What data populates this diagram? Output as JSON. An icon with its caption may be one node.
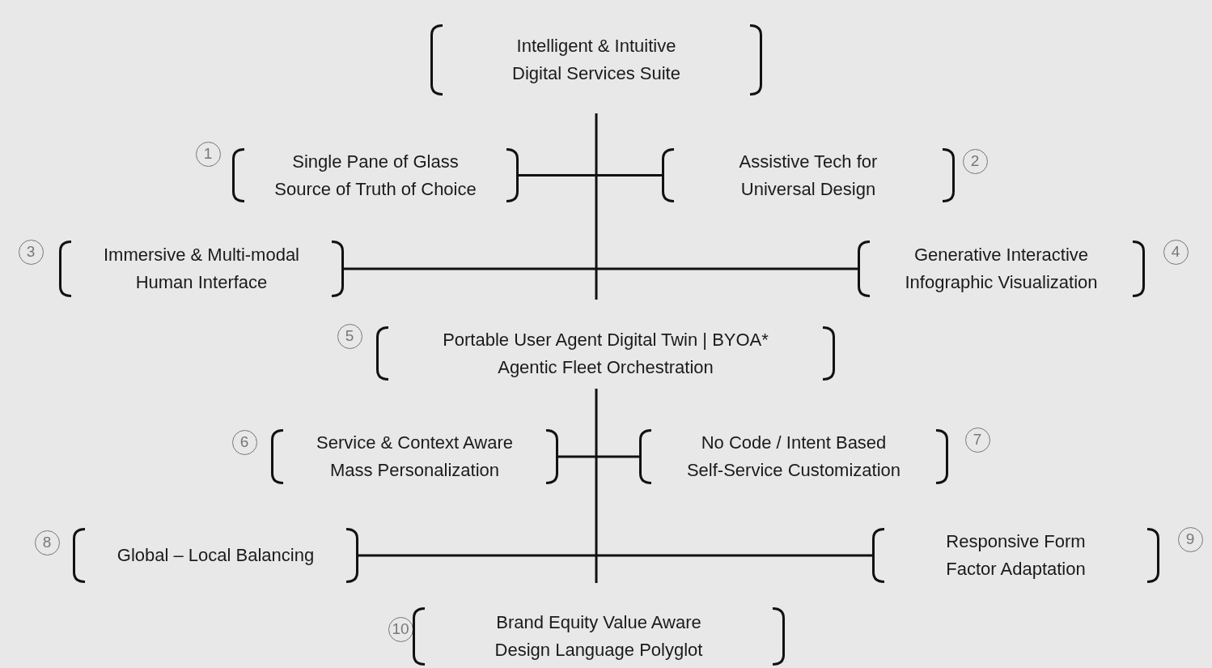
{
  "diagram": {
    "nodes": [
      {
        "text": [
          "Intelligent & Intuitive Digital Services Suite"
        ]
      },
      {
        "text": [
          "1"
        ]
      },
      {
        "text": [
          "Single Pane of Glass Source of Truth of Choice"
        ]
      },
      {
        "text": [
          "Assistive Tech for Universal Design"
        ]
      },
      {
        "text": [
          "2"
        ]
      },
      {
        "text": [
          "3"
        ]
      },
      {
        "text": [
          "Immersive & Multi-modal Human Interface"
        ]
      },
      {
        "text": [
          "Generative Interactive Infographic Visualization"
        ]
      },
      {
        "text": [
          "4"
        ]
      },
      {
        "text": [
          "5"
        ]
      },
      {
        "text": [
          "Portable User Agent Digital Twin | BYOA* Agentic Fleet Orchestration"
        ]
      },
      {
        "text": [
          "6"
        ]
      },
      {
        "text": [
          "Service & Context Aware Mass Personalization"
        ]
      },
      {
        "text": [
          "No Code / Intent Based Self-Service Customization"
        ]
      },
      {
        "text": [
          "7"
        ]
      },
      {
        "text": [
          "8"
        ]
      },
      {
        "text": [
          "Global – Local Balancing"
        ]
      },
      {
        "text": [
          "Responsive Form Factor Adaptation"
        ]
      },
      {
        "text": [
          "9"
        ]
      },
      {
        "text": [
          "10"
        ]
      },
      {
        "text": [
          "Brand Equity Value Aware Design Language Polyglot"
        ]
      }
    ],
    "edges": [
      {
        "from": 2,
        "to": 3,
        "arrow": "none"
      },
      {
        "from": 6,
        "to": 7,
        "arrow": "none"
      },
      {
        "from": 12,
        "to": 13,
        "arrow": "none"
      },
      {
        "from": 16,
        "to": 17,
        "arrow": "none"
      }
    ]
  }
}
